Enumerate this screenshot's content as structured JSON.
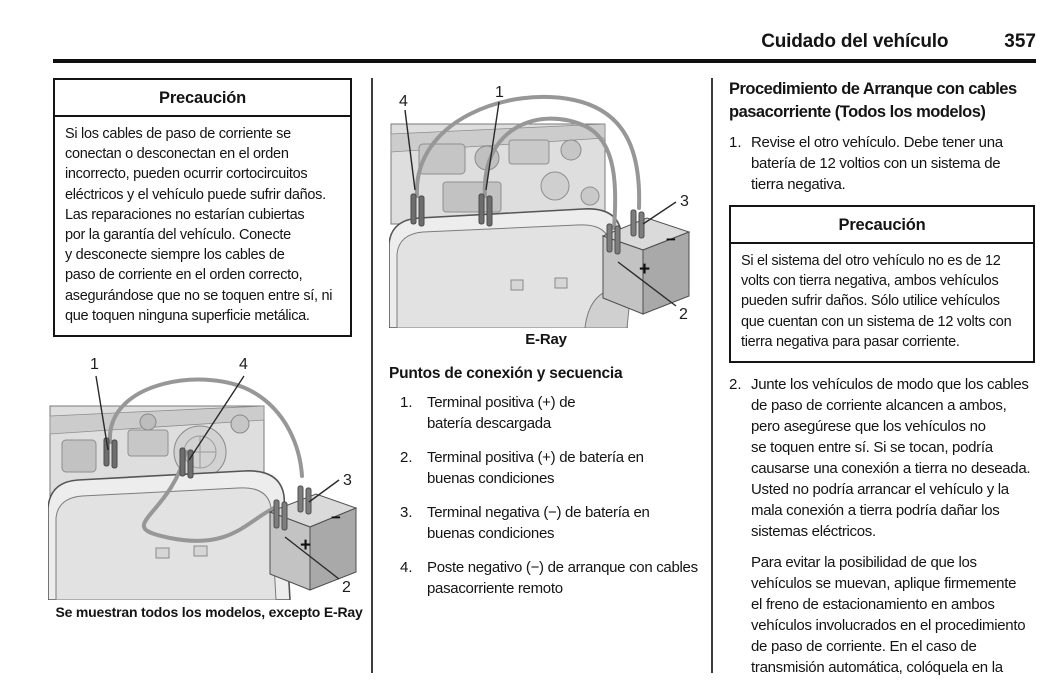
{
  "header": {
    "section_title": "Cuidado del vehículo",
    "page_number": "357"
  },
  "left_column": {
    "caution": {
      "title": "Precaución",
      "body": "Si los cables de paso de corriente se\nconectan o desconectan en el orden\nincorrecto, pueden ocurrir cortocircuitos\neléctricos y el vehículo puede sufrir daños.\nLas reparaciones no estarían cubiertas\npor la garantía del vehículo. Conecte\ny desconecte siempre los cables de\npaso de corriente en el orden correcto,\nasegurándose que no se toquen entre sí, ni\nque toquen ninguna superficie metálica."
    },
    "figure": {
      "caption": "Se muestran todos los modelos, excepto E-Ray",
      "labels": {
        "pos_discharged": "1",
        "remote_neg": "4",
        "neg_good": "3",
        "pos_good": "2"
      },
      "battery": {
        "minus": "−",
        "plus": "+"
      }
    }
  },
  "middle_column": {
    "figure": {
      "caption": "E-Ray",
      "labels": {
        "pos_discharged": "1",
        "remote_neg": "4",
        "neg_good": "3",
        "pos_good": "2"
      },
      "battery": {
        "minus": "−",
        "plus": "+"
      }
    },
    "connections": {
      "heading": "Puntos de conexión y secuencia",
      "items": [
        {
          "num": "1.",
          "text": "Terminal positiva (+) de\nbatería descargada"
        },
        {
          "num": "2.",
          "text": "Terminal positiva (+) de batería en\nbuenas condiciones"
        },
        {
          "num": "3.",
          "text": "Terminal negativa (−) de batería en\nbuenas condiciones"
        },
        {
          "num": "4.",
          "text": "Poste negativo (−) de arranque con cables\npasacorriente remoto"
        }
      ]
    }
  },
  "right_column": {
    "heading": "Procedimiento de Arranque con cables\npasacorriente (Todos los modelos)",
    "steps": [
      {
        "num": "1.",
        "text": "Revise el otro vehículo. Debe tener una\nbatería de 12 voltios con un sistema de\ntierra negativa."
      },
      {
        "num": "2.",
        "text": "Junte los vehículos de modo que los cables\nde paso de corriente alcancen a ambos,\npero asegúrese que los vehículos no\nse toquen entre sí. Si se tocan, podría\ncausarse una conexión a tierra no deseada.\nUsted no podría arrancar el vehículo y la\nmala conexión a tierra podría dañar los\nsistemas eléctricos."
      }
    ],
    "caution": {
      "title": "Precaución",
      "body": "Si el sistema del otro vehículo no es de 12\nvolts con tierra negativa, ambos vehículos\npueden sufrir daños. Sólo utilice vehículos\nque cuentan con un sistema de 12 volts con\ntierra negativa para pasar corriente."
    },
    "continuation": "Para evitar la posibilidad de que los\nvehículos se muevan, aplique firmemente\nel freno de estacionamiento en ambos\nvehículos involucrados en el procedimiento\nde paso de corriente. En el caso de\ntransmisión automática, colóquela en la"
  }
}
